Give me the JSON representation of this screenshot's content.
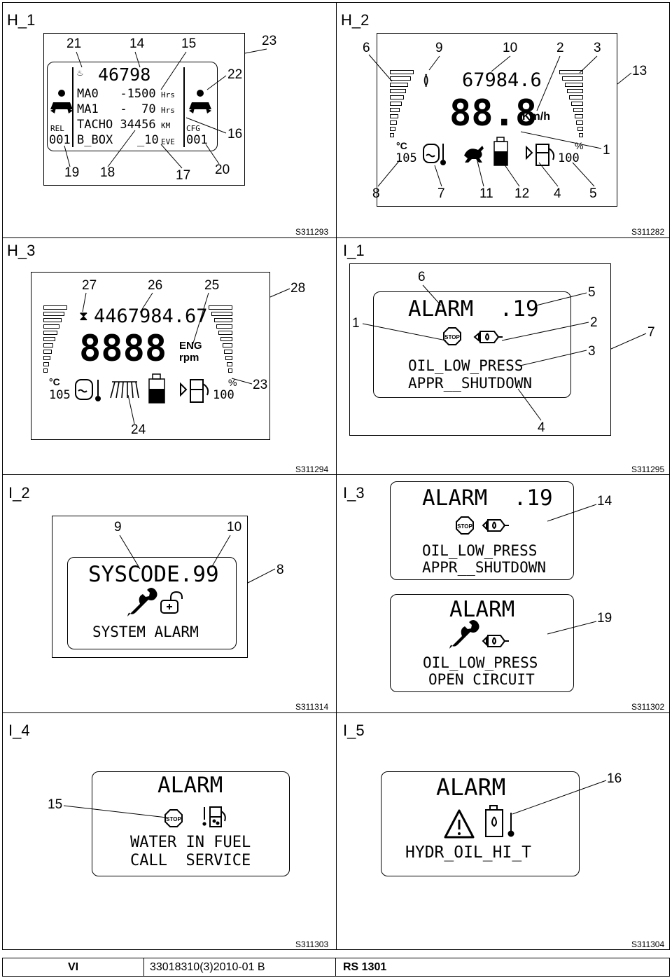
{
  "panels": {
    "h1": {
      "title": "H_1",
      "code": "S311293",
      "lcd": {
        "hours_total": "46798",
        "line1": "MA0   -1500",
        "line1_unit": "Hrs",
        "line2": "MA1   -  70",
        "line2_unit": "Hrs",
        "line3": "TACHO 34456",
        "line3_unit": "KM",
        "rel_label": "REL",
        "rel_value": "001",
        "bbox_label": "B_BOX",
        "event_value": "_10",
        "event_unit": "EVE",
        "cfg_label": "CFG",
        "cfg_value": "001"
      },
      "callouts": [
        "21",
        "14",
        "15",
        "23",
        "22",
        "16",
        "19",
        "18",
        "17",
        "20"
      ]
    },
    "h2": {
      "title": "H_2",
      "code": "S311282",
      "lcd": {
        "odometer": "67984.6",
        "speed": "88.8",
        "speed_unit": "Km/h",
        "temp_unit": "°C",
        "temp_value": "105",
        "fuel_pct": "%",
        "fuel_value": "100"
      },
      "callouts": [
        "6",
        "9",
        "10",
        "2",
        "3",
        "13",
        "1",
        "8",
        "7",
        "11",
        "12",
        "4",
        "5"
      ]
    },
    "h3": {
      "title": "H_3",
      "code": "S311294",
      "lcd": {
        "hours": "4467984.67",
        "rpm": "8888",
        "rpm_unit_1": "ENG",
        "rpm_unit_2": "rpm",
        "temp_unit": "°C",
        "temp_value": "105",
        "fuel_pct": "%",
        "fuel_value": "100"
      },
      "callouts": [
        "27",
        "26",
        "25",
        "28",
        "23",
        "24"
      ]
    },
    "i1": {
      "title": "I_1",
      "code": "S311295",
      "lcd": {
        "alarm": "ALARM  .19",
        "stop": "STOP",
        "line1": "OIL_LOW_PRESS",
        "line2": "APPR__SHUTDOWN"
      },
      "callouts": [
        "6",
        "5",
        "1",
        "2",
        "7",
        "3",
        "4"
      ]
    },
    "i2": {
      "title": "I_2",
      "code": "S311314",
      "lcd": {
        "syscode": "SYSCODE.99",
        "line1": "SYSTEM ALARM"
      },
      "callouts": [
        "9",
        "10",
        "8"
      ]
    },
    "i3": {
      "title": "I_3",
      "code": "S311302",
      "lcd_a": {
        "alarm": "ALARM  .19",
        "stop": "STOP",
        "line1": "OIL_LOW_PRESS",
        "line2": "APPR__SHUTDOWN"
      },
      "lcd_b": {
        "alarm": "ALARM",
        "line1": "OIL_LOW_PRESS",
        "line2": "OPEN CIRCUIT"
      },
      "callouts": [
        "14",
        "19"
      ]
    },
    "i4": {
      "title": "I_4",
      "code": "S311303",
      "lcd": {
        "alarm": "ALARM",
        "stop": "STOP",
        "line1": "WATER IN FUEL",
        "line2": "CALL  SERVICE"
      },
      "callouts": [
        "15"
      ]
    },
    "i5": {
      "title": "I_5",
      "code": "S311304",
      "lcd": {
        "alarm": "ALARM",
        "line1": "HYDR_OIL_HI_T"
      },
      "callouts": [
        "16"
      ]
    }
  },
  "footer": {
    "section": "VI",
    "doc_number": "33018310(3)2010-01 B",
    "model": "RS 1301"
  }
}
